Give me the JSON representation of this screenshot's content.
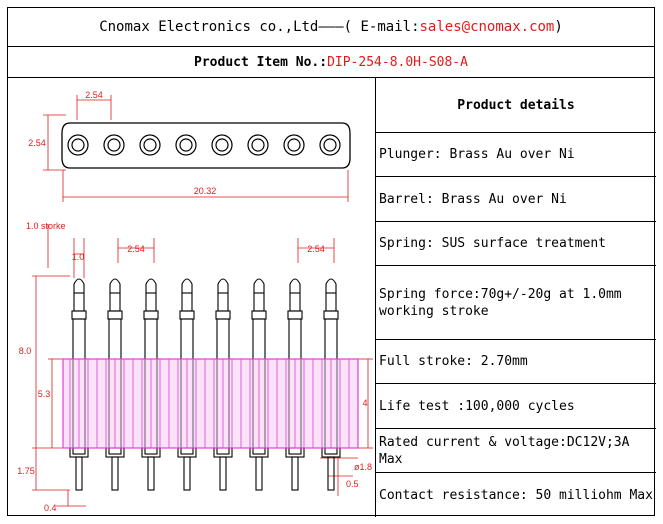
{
  "header": {
    "company": "Cnomax Electronics co.,Ltd———( E-mail: ",
    "email": "sales@cnomax.com",
    "tail": ")"
  },
  "product": {
    "label": "Product Item No.: ",
    "item": "DIP-254-8.0H-S08-A"
  },
  "details": {
    "title": "Product details",
    "rows": [
      "Plunger: Brass Au over Ni",
      "Barrel: Brass Au over Ni",
      "Spring: SUS surface treatment",
      "Spring force:70g+/-20g at 1.0mm working stroke",
      "Full stroke: 2.70mm",
      "Life test :100,000 cycles",
      "Rated current & voltage:DC12V;3A Max",
      "Contact resistance: 50 milliohm Max"
    ]
  },
  "drawing": {
    "dim_pitch_top": "2.54",
    "dim_height_top": "2.54",
    "dim_length": "20.32",
    "dim_stroke": "1.0 storke",
    "dim_stroke_val": "1.0",
    "dim_pitch_side_a": "2.54",
    "dim_pitch_side_b": "2.54",
    "dim_total_h": "8.0",
    "dim_body_h": "5.3",
    "dim_right_h": "4",
    "dim_tail_len": "1.75",
    "dim_tail_dia": "0.4",
    "dim_dia_18": "ø1.8",
    "dim_05": "0.5"
  }
}
